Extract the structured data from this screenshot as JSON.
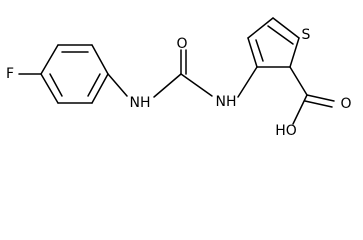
{
  "molecule": {
    "atoms": {
      "fluorine": "F",
      "nh_left": "NH",
      "nh_right": "NH",
      "carbonyl_oxygen": "O",
      "sulfur": "S",
      "acid_oxygen": "O",
      "hydroxyl": "HO"
    }
  }
}
